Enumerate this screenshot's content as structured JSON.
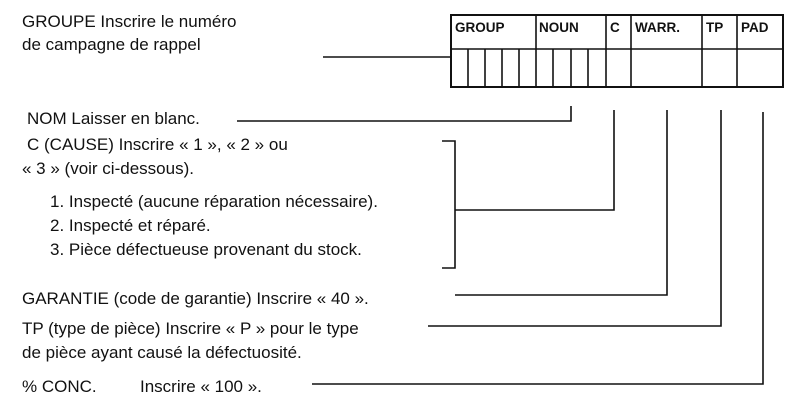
{
  "form_header": {
    "group": "GROUP",
    "noun": "NOUN",
    "c": "C",
    "warr": "WARR.",
    "tp": "TP",
    "pad": "PAD"
  },
  "instructions": {
    "group_line1": "GROUPE Inscrire le numéro",
    "group_line2": "de campagne de rappel",
    "nom": "NOM Laisser en blanc.",
    "cause_line1": "C (CAUSE)  Inscrire « 1 », « 2 » ou",
    "cause_line2": "« 3 » (voir ci-dessous).",
    "cause_options": [
      "1.  Inspecté (aucune réparation nécessaire).",
      "2.  Inspecté et réparé.",
      "3.  Pièce défectueuse provenant du stock."
    ],
    "garantie": "GARANTIE (code de garantie) Inscrire « 40 ».",
    "tp_line1": "TP (type de pièce) Inscrire « P » pour le type",
    "tp_line2": "de pièce ayant causé la défectuosité.",
    "conc_label": "% CONC.",
    "conc_value": "Inscrire « 100 »."
  }
}
